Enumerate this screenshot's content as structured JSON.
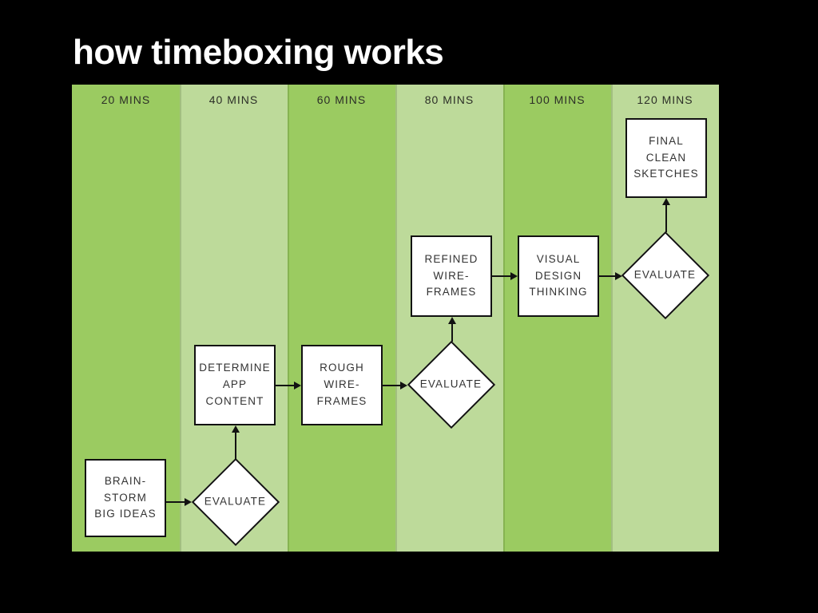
{
  "slide": {
    "title": "how timeboxing works",
    "background_color": "#000000"
  },
  "timeline": {
    "columns": [
      {
        "label": "20 MINS",
        "shade": "dark"
      },
      {
        "label": "40 MINS",
        "shade": "light"
      },
      {
        "label": "60 MINS",
        "shade": "dark"
      },
      {
        "label": "80 MINS",
        "shade": "light"
      },
      {
        "label": "100 MINS",
        "shade": "dark"
      },
      {
        "label": "120 MINS",
        "shade": "light"
      }
    ],
    "colors": {
      "dark_green": "#9BCB61",
      "light_green": "#BDDA9A"
    }
  },
  "flowchart": {
    "nodes": [
      {
        "id": "brainstorm-big-ideas",
        "type": "process",
        "label": "BRAIN-\nSTORM\nBIG IDEAS",
        "column": "20 MINS"
      },
      {
        "id": "evaluate-1",
        "type": "decision",
        "label": "EVALUATE",
        "column": "40 MINS"
      },
      {
        "id": "determine-app-content",
        "type": "process",
        "label": "DETERMINE\nAPP\nCONTENT",
        "column": "40 MINS"
      },
      {
        "id": "rough-wireframes",
        "type": "process",
        "label": "ROUGH\nWIRE-\nFRAMES",
        "column": "60 MINS"
      },
      {
        "id": "evaluate-2",
        "type": "decision",
        "label": "EVALUATE",
        "column": "80 MINS"
      },
      {
        "id": "refined-wireframes",
        "type": "process",
        "label": "REFINED\nWIRE-\nFRAMES",
        "column": "80 MINS"
      },
      {
        "id": "visual-design-thinking",
        "type": "process",
        "label": "VISUAL\nDESIGN\nTHINKING",
        "column": "100 MINS"
      },
      {
        "id": "evaluate-3",
        "type": "decision",
        "label": "EVALUATE",
        "column": "120 MINS"
      },
      {
        "id": "final-clean-sketches",
        "type": "process",
        "label": "FINAL\nCLEAN\nSKETCHES",
        "column": "120 MINS"
      }
    ],
    "edges": [
      {
        "from": "brainstorm-big-ideas",
        "to": "evaluate-1",
        "direction": "right"
      },
      {
        "from": "evaluate-1",
        "to": "determine-app-content",
        "direction": "up"
      },
      {
        "from": "determine-app-content",
        "to": "rough-wireframes",
        "direction": "right"
      },
      {
        "from": "rough-wireframes",
        "to": "evaluate-2",
        "direction": "right"
      },
      {
        "from": "evaluate-2",
        "to": "refined-wireframes",
        "direction": "up"
      },
      {
        "from": "refined-wireframes",
        "to": "visual-design-thinking",
        "direction": "right"
      },
      {
        "from": "visual-design-thinking",
        "to": "evaluate-3",
        "direction": "right"
      },
      {
        "from": "evaluate-3",
        "to": "final-clean-sketches",
        "direction": "up"
      }
    ]
  }
}
